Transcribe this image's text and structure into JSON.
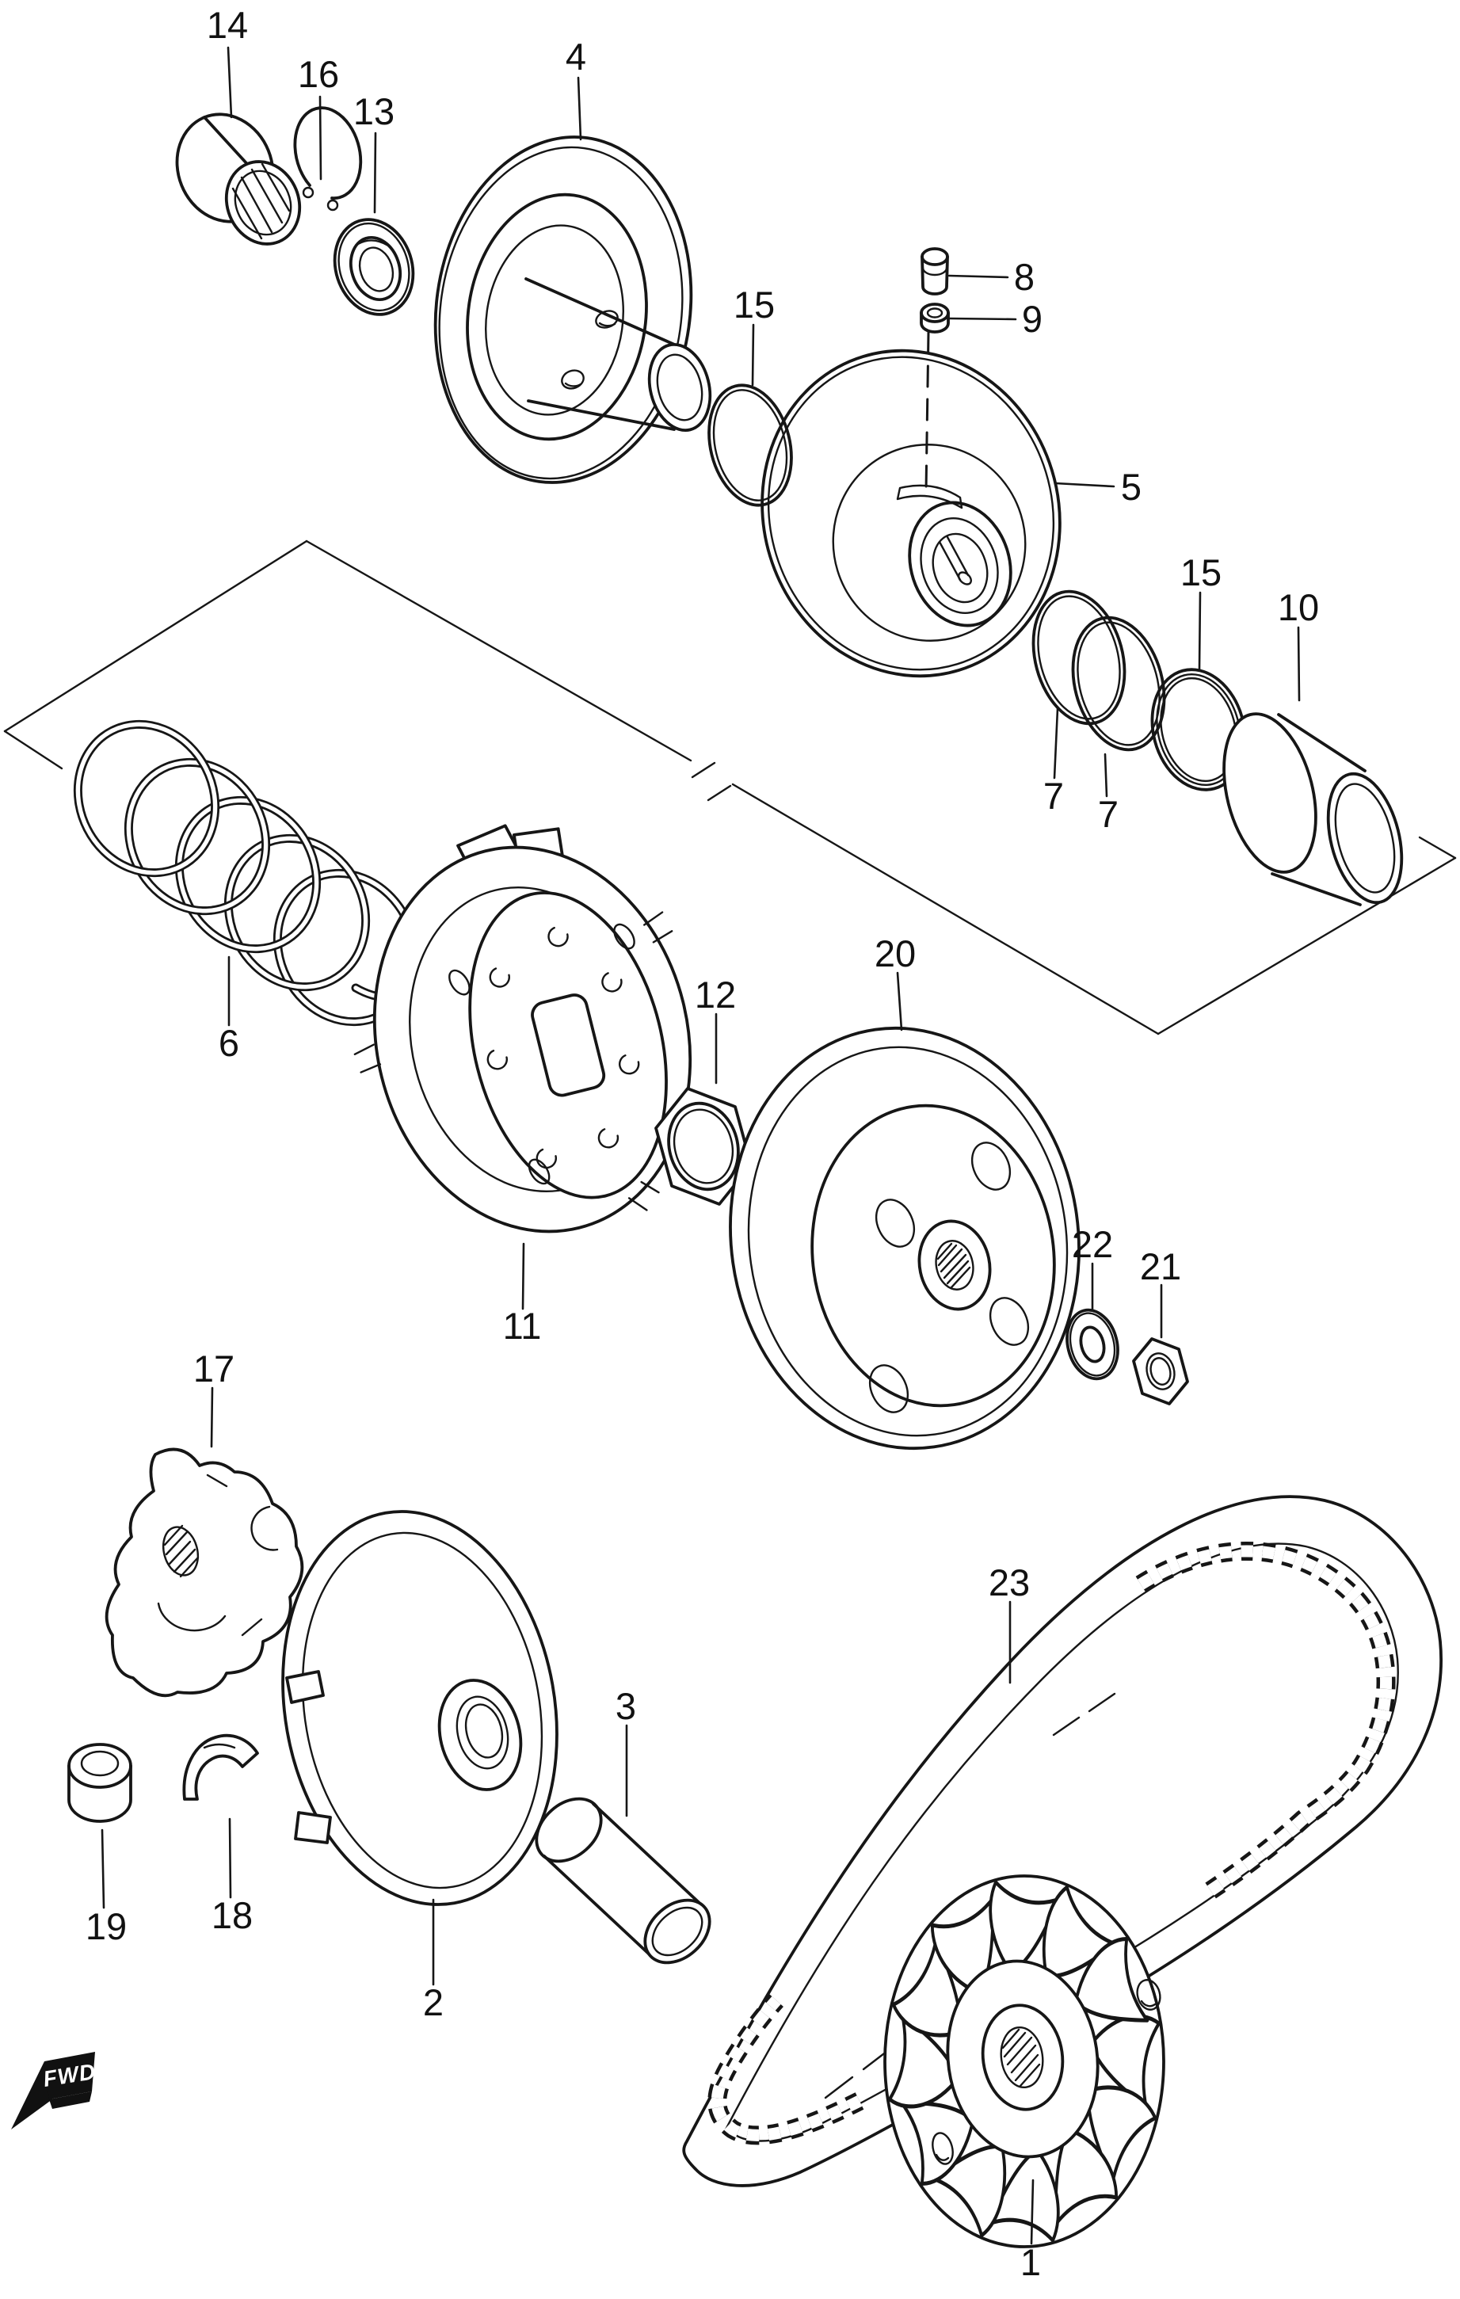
{
  "diagram": {
    "kind": "exploded-parts-diagram",
    "fwd_label": "FWD",
    "callouts": [
      {
        "text": "14"
      },
      {
        "text": "16"
      },
      {
        "text": "13"
      },
      {
        "text": "4"
      },
      {
        "text": "15"
      },
      {
        "text": "8"
      },
      {
        "text": "9"
      },
      {
        "text": "5"
      },
      {
        "text": "7"
      },
      {
        "text": "7"
      },
      {
        "text": "15"
      },
      {
        "text": "10"
      },
      {
        "text": "6"
      },
      {
        "text": "11"
      },
      {
        "text": "12"
      },
      {
        "text": "20"
      },
      {
        "text": "22"
      },
      {
        "text": "21"
      },
      {
        "text": "17"
      },
      {
        "text": "19"
      },
      {
        "text": "18"
      },
      {
        "text": "2"
      },
      {
        "text": "3"
      },
      {
        "text": "23"
      },
      {
        "text": "1"
      }
    ]
  }
}
